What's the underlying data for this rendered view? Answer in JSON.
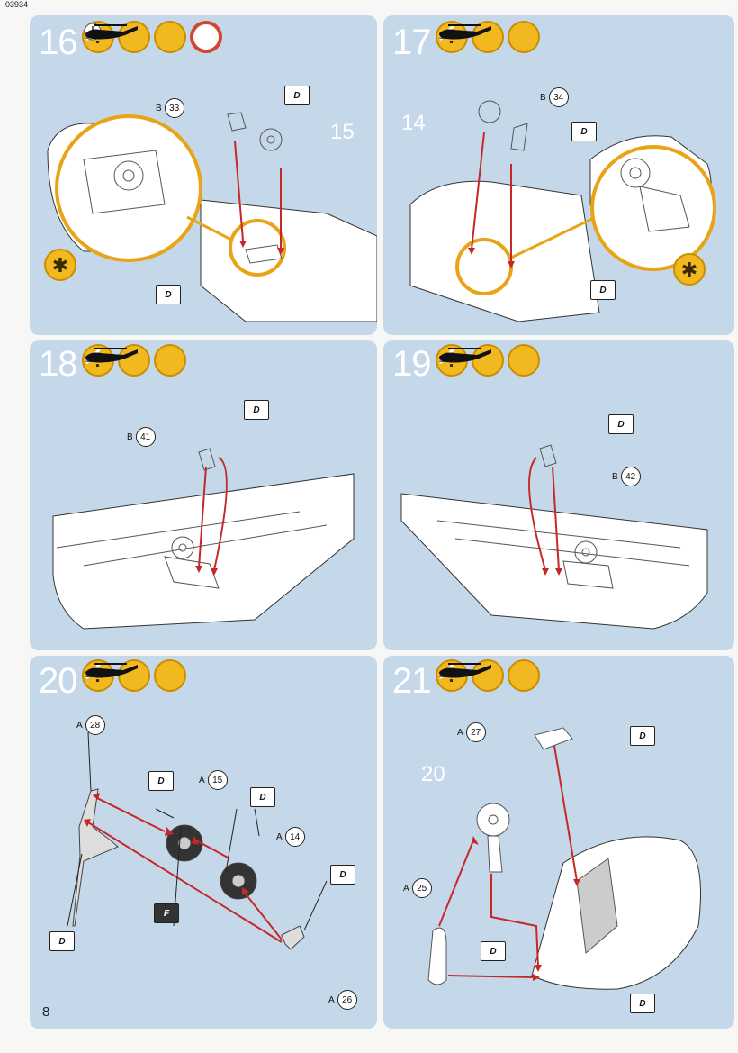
{
  "page": {
    "code": "03934",
    "page_number": "8"
  },
  "steps": [
    {
      "number": "16",
      "parts": [
        {
          "letter": "B",
          "num": "33"
        }
      ],
      "part_ref": "15",
      "decal": "D",
      "has_clock": true
    },
    {
      "number": "17",
      "parts": [
        {
          "letter": "B",
          "num": "34"
        }
      ],
      "part_ref": "14",
      "decal": "D",
      "has_clock": false
    },
    {
      "number": "18",
      "parts": [
        {
          "letter": "B",
          "num": "41"
        }
      ],
      "decal": "D"
    },
    {
      "number": "19",
      "parts": [
        {
          "letter": "B",
          "num": "42"
        }
      ],
      "decal": "D"
    },
    {
      "number": "20",
      "parts": [
        {
          "letter": "A",
          "num": "28"
        },
        {
          "letter": "A",
          "num": "15"
        },
        {
          "letter": "A",
          "num": "14"
        },
        {
          "letter": "A",
          "num": "26"
        }
      ],
      "decal": "D",
      "paint": "F"
    },
    {
      "number": "21",
      "parts": [
        {
          "letter": "A",
          "num": "27"
        },
        {
          "letter": "A",
          "num": "25"
        }
      ],
      "part_ref": "20",
      "decal": "D"
    }
  ],
  "icons": {
    "question": "?",
    "glue": "glue-icon",
    "paint": "paint-icon",
    "helicopter": "helicopter-icon"
  },
  "colors": {
    "panel": "#c5d8ea",
    "icon": "#f2b81f",
    "arrow": "#c62828",
    "zoom": "#e8a317"
  }
}
